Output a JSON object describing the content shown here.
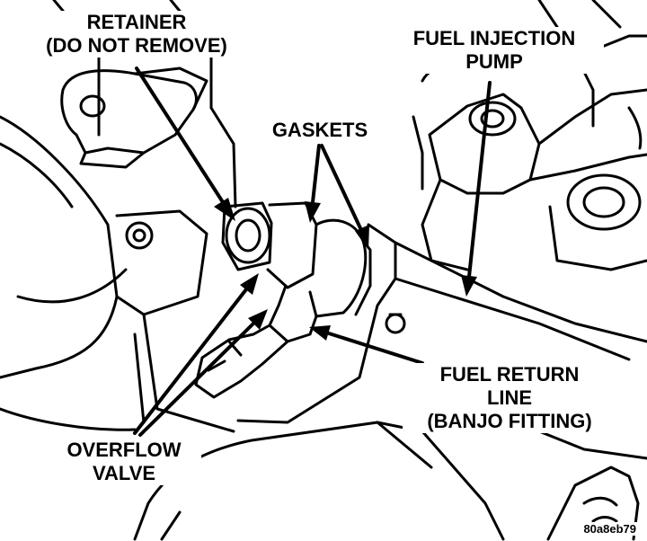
{
  "labels": {
    "retainer": [
      "RETAINER",
      "(DO NOT REMOVE)"
    ],
    "fuel_injection_pump": [
      "FUEL INJECTION",
      "PUMP"
    ],
    "gaskets": [
      "GASKETS"
    ],
    "fuel_return_line": [
      "FUEL RETURN",
      "LINE",
      "(BANJO FITTING)"
    ],
    "overflow_valve": [
      "OVERFLOW",
      "VALVE"
    ]
  },
  "figure_code": "80a8eb79",
  "colors": {
    "ink": "#000000",
    "paper": "#ffffff"
  }
}
